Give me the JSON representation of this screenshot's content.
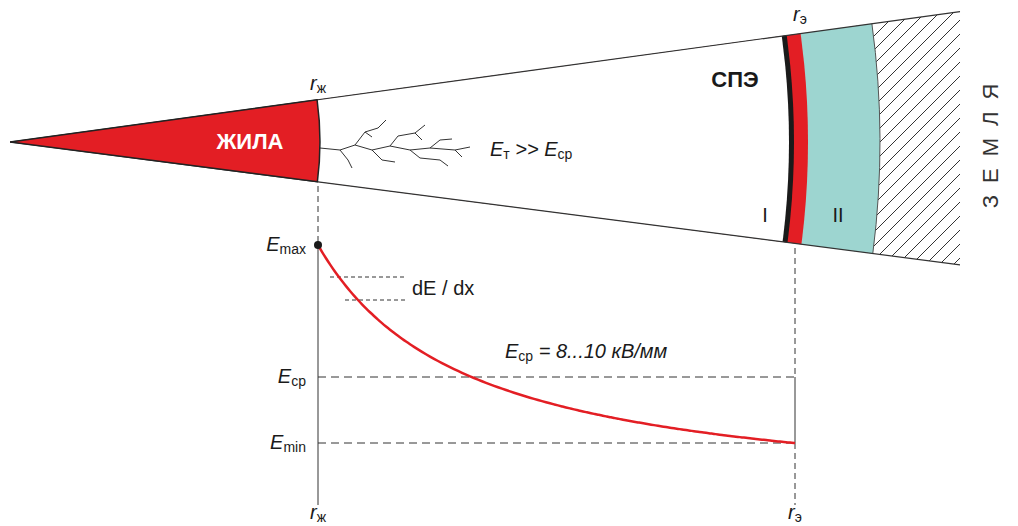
{
  "diagram": {
    "nodes": [
      {
        "text": [
          "ЖИЛА"
        ]
      }
    ],
    "labels": [
      "rж",
      "rэ",
      "Eт >> Eср",
      "СПЭ",
      "I",
      "II",
      "ЗЕМЛЯ",
      "Emax",
      "dE / dx",
      "Eср = 8...10 кВ/мм",
      "Eср",
      "Emin",
      "rж",
      "rэ"
    ]
  }
}
